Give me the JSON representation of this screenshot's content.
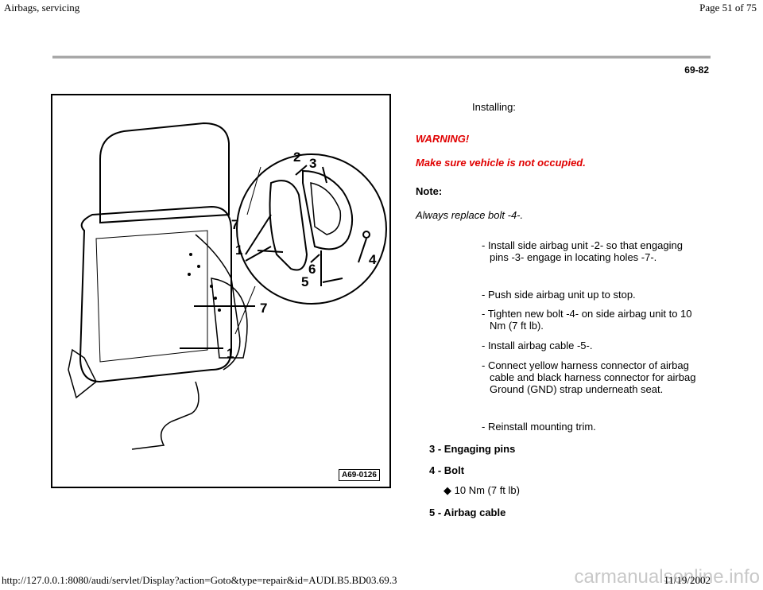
{
  "header": {
    "title": "Airbags, servicing",
    "page": "Page 51 of 75"
  },
  "page_number": "69-82",
  "figure": {
    "id": "A69-0126",
    "callouts": [
      "2",
      "3",
      "7",
      "1",
      "6",
      "4",
      "5",
      "7",
      "1"
    ]
  },
  "content": {
    "installing": "Installing:",
    "warning_title": "WARNING!",
    "warning_text": "Make sure vehicle is not occupied.",
    "note_title": "Note:",
    "note_text": "Always replace bolt -4-.",
    "steps": [
      "- Install side airbag unit -2- so that engaging pins -3- engage in locating holes -7-.",
      "- Push side airbag unit up to stop.",
      "- Tighten new bolt -4- on side airbag unit to 10 Nm (7 ft lb).",
      "- Install airbag cable -5-.",
      "- Connect yellow harness connector of airbag cable and black harness connector for airbag Ground (GND) strap underneath seat.",
      "- Reinstall mounting trim."
    ],
    "items": [
      "3 - Engaging pins",
      "4 - Bolt",
      "10 Nm (7 ft lb)",
      "5 - Airbag cable"
    ]
  },
  "footer": {
    "url": "http://127.0.0.1:8080/audi/servlet/Display?action=Goto&type=repair&id=AUDI.B5.BD03.69.3",
    "date": "11/19/2002",
    "watermark": "carmanualsonline.info"
  }
}
